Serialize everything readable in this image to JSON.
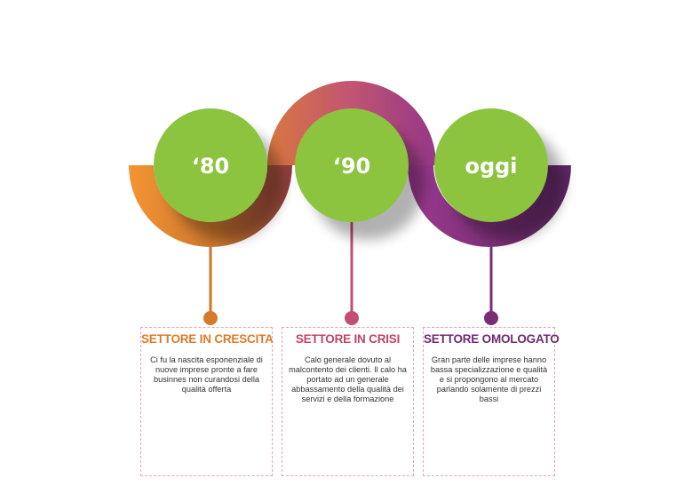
{
  "colors": {
    "green": "#8cc43f",
    "orange": "#f29135",
    "rose": "#c45473",
    "purple": "#6e2a6c",
    "title_orange": "#de7a24",
    "title_rose": "#c24463",
    "title_purple": "#6e2a72"
  },
  "milestones": [
    {
      "year": "‘80",
      "title": "SETTORE IN CRESCITA",
      "text": "Ci fu la nascita esponenziale di nuove imprese pronte a fare businnes non curandosi della qualità offerta"
    },
    {
      "year": "‘90",
      "title": "SETTORE IN CRISI",
      "text": "Calo generale dovuto al malcontento dei clienti. Il calo ha portato ad un generale abbassamento della qualità dei servizi e della formazione"
    },
    {
      "year": "oggi",
      "title": "SETTORE OMOLOGATO",
      "text": "Gran parte delle imprese hanno bassa specializzazione e qualità e si propongono al mercato parlando solamente di prezzi bassi"
    }
  ]
}
